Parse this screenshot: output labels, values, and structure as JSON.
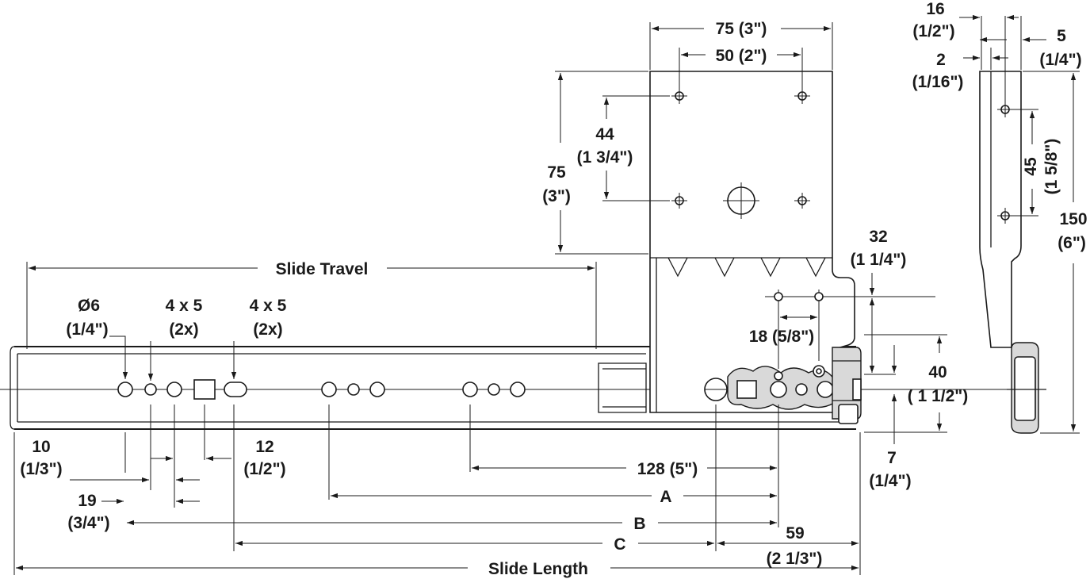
{
  "labels": {
    "slide_travel": "Slide Travel",
    "slide_length": "Slide Length",
    "hole_dia": "Ø6",
    "hole_dia_in": "(1/4\")",
    "slot_a": "4 x 5",
    "slot_a_qty": "(2x)",
    "slot_b": "4 x 5",
    "slot_b_qty": "(2x)",
    "d10": "10",
    "d10_in": "(1/3\")",
    "d19": "19",
    "d19_in": "(3/4\")",
    "d12": "12",
    "d12_in": "(1/2\")",
    "d128": "128 (5\")",
    "dim_a": "A",
    "dim_b": "B",
    "dim_c": "C",
    "d59": "59",
    "d59_in": "(2 1/3\")",
    "d75w": "75 (3\")",
    "d50": "50 (2\")",
    "d75h": "75",
    "d75h_in": "(3\")",
    "d44": "44",
    "d44_in": "(1 3/4\")",
    "d32": "32",
    "d32_in": "(1 1/4\")",
    "d18": "18 (5/8\")",
    "d40": "40",
    "d40_in": "( 1 1/2\")",
    "d7": "7",
    "d7_in": "(1/4\")",
    "d16": "16",
    "d16_in": "(1/2\")",
    "d2": "2",
    "d2_in": "(1/16\")",
    "d5": "5",
    "d5_in": "(1/4\")",
    "d45": "45",
    "d45_in": "(1 5/8\")",
    "d150": "150",
    "d150_in": "(6\")"
  },
  "colors": {
    "line": "#1a1a1a",
    "fill_shade": "#d9d9d9",
    "background": "#ffffff"
  }
}
